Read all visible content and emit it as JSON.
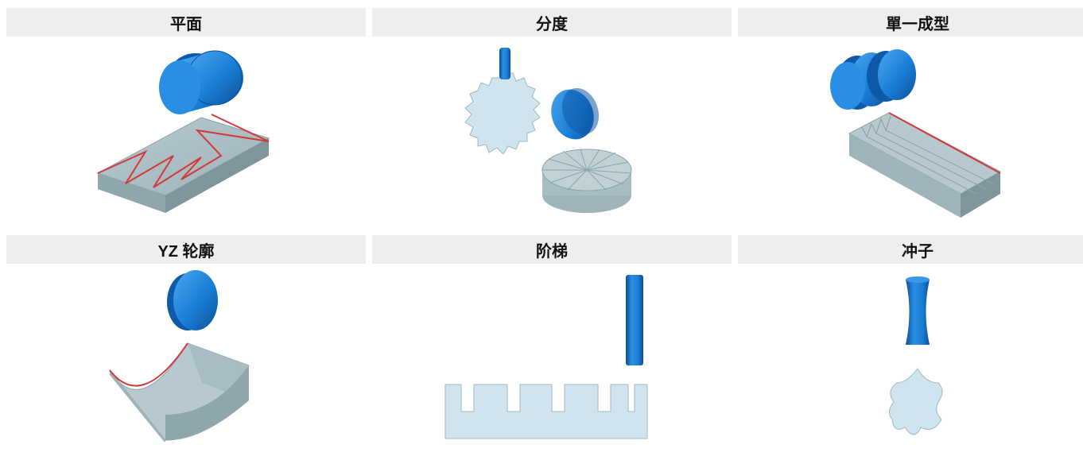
{
  "panels": [
    {
      "title": "平面",
      "icon": "plane-grinding-illustration"
    },
    {
      "title": "分度",
      "icon": "indexing-grinding-illustration"
    },
    {
      "title": "單一成型",
      "icon": "single-form-grinding-illustration"
    },
    {
      "title": "YZ 轮廓",
      "icon": "yz-contour-grinding-illustration"
    },
    {
      "title": "阶梯",
      "icon": "step-grinding-illustration"
    },
    {
      "title": "冲子",
      "icon": "punch-grinding-illustration"
    }
  ],
  "colors": {
    "header_bg": "#eeeeee",
    "wheel_blue": "#1a7ed6",
    "wheel_dark": "#0d5aa8",
    "workpiece_gray": "#a9bcc3",
    "workpiece_light": "#c9dbe0",
    "workpiece_ice": "#cfe4ee",
    "toolpath_red": "#d23a3a"
  }
}
